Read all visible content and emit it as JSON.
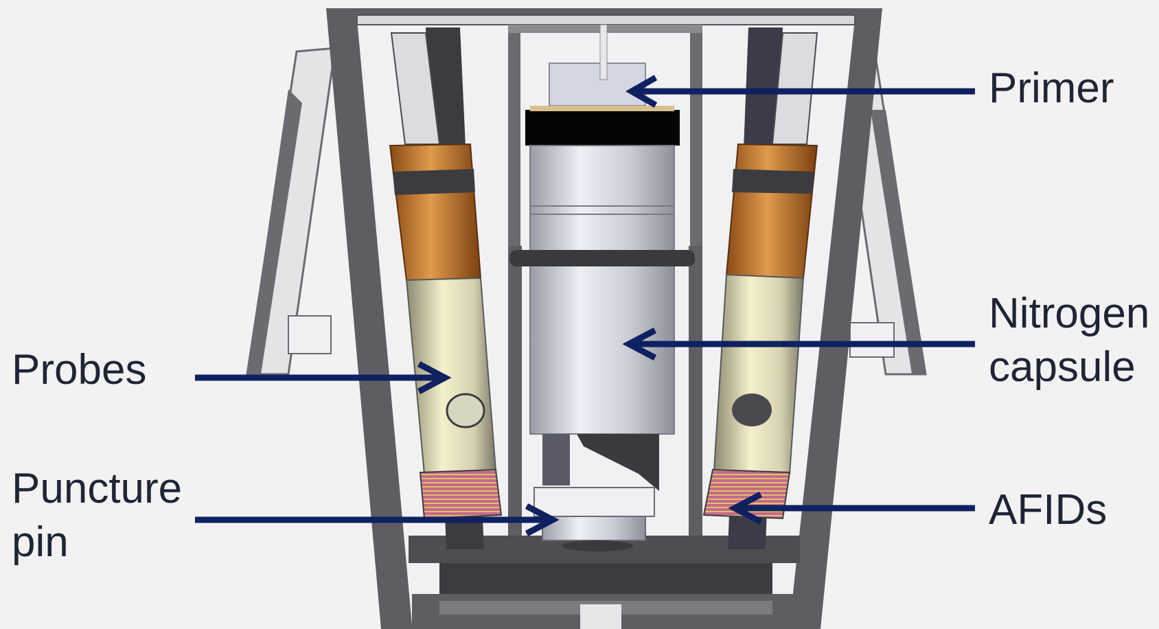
{
  "labels": {
    "primer": "Primer",
    "nitrogen_line1": "Nitrogen",
    "nitrogen_line2": "capsule",
    "afids": "AFIDs",
    "probes": "Probes",
    "puncture_line1": "Puncture",
    "puncture_line2": "pin"
  },
  "colors": {
    "background": "#f2f2f2",
    "arrow": "#0f2160",
    "label_text": "#1e2535",
    "housing": "#5e5e62",
    "housing_dark": "#3c3c40",
    "copper": "#c8772a",
    "capsule_silver": "#d6d8e0",
    "coil": "#b0557a"
  }
}
